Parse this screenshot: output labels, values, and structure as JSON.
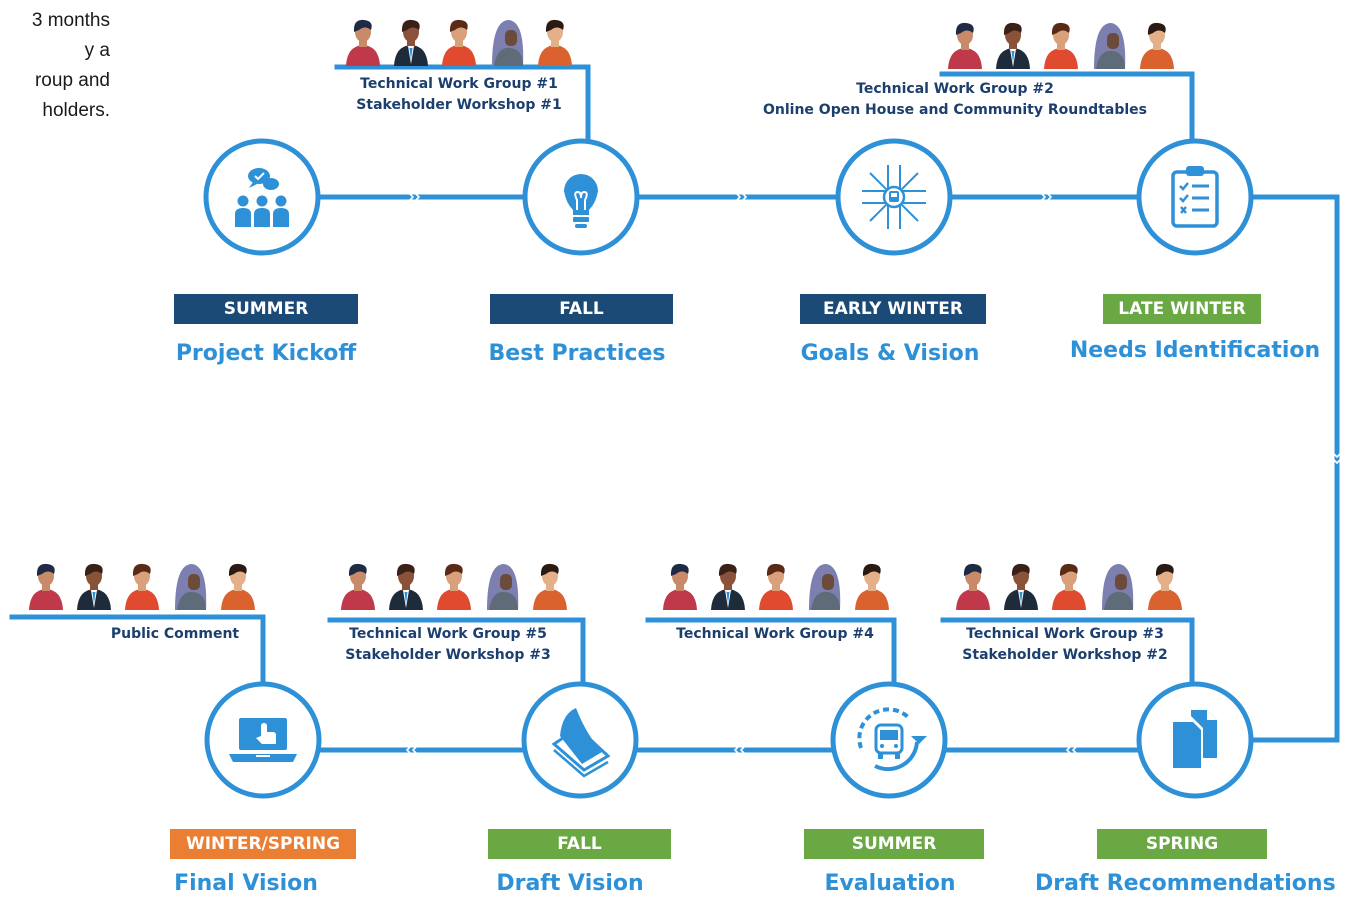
{
  "intro_text": [
    "3 months",
    "y a",
    "roup and",
    "holders."
  ],
  "colors": {
    "line": "#2e91d8",
    "navy": "#1c4a76",
    "green": "#6aa844",
    "orange": "#ea7e33",
    "meeting_text": "#1c3f6e",
    "title_text": "#2e91d8"
  },
  "stages": [
    {
      "season": "SUMMER",
      "season_color": "navy",
      "title": "Project Kickoff",
      "icon": "discussion-group-icon",
      "meeting": []
    },
    {
      "season": "FALL",
      "season_color": "navy",
      "title": "Best Practices",
      "icon": "lightbulb-icon",
      "meeting": [
        "Technical Work Group #1",
        "Stakeholder Workshop #1"
      ]
    },
    {
      "season": "EARLY WINTER",
      "season_color": "navy",
      "title": "Goals & Vision",
      "icon": "bus-network-icon",
      "meeting": []
    },
    {
      "season": "LATE WINTER",
      "season_color": "green",
      "title": "Needs Identification",
      "icon": "clipboard-checklist-icon",
      "meeting": [
        "Technical Work Group #2",
        "Online Open House and Community Roundtables"
      ]
    },
    {
      "season": "SPRING",
      "season_color": "green",
      "title": "Draft Recommendations",
      "icon": "documents-icon",
      "meeting": [
        "Technical Work Group #3",
        "Stakeholder Workshop #2"
      ]
    },
    {
      "season": "SUMMER",
      "season_color": "green",
      "title": "Evaluation",
      "icon": "bus-cycle-icon",
      "meeting": [
        "Technical Work Group #4"
      ]
    },
    {
      "season": "FALL",
      "season_color": "green",
      "title": "Draft Vision",
      "icon": "book-icon",
      "meeting": [
        "Technical Work Group #5",
        "Stakeholder Workshop #3"
      ]
    },
    {
      "season": "WINTER/SPRING",
      "season_color": "orange",
      "title": "Final Vision",
      "icon": "laptop-click-icon",
      "meeting": [
        "Public Comment"
      ]
    }
  ]
}
